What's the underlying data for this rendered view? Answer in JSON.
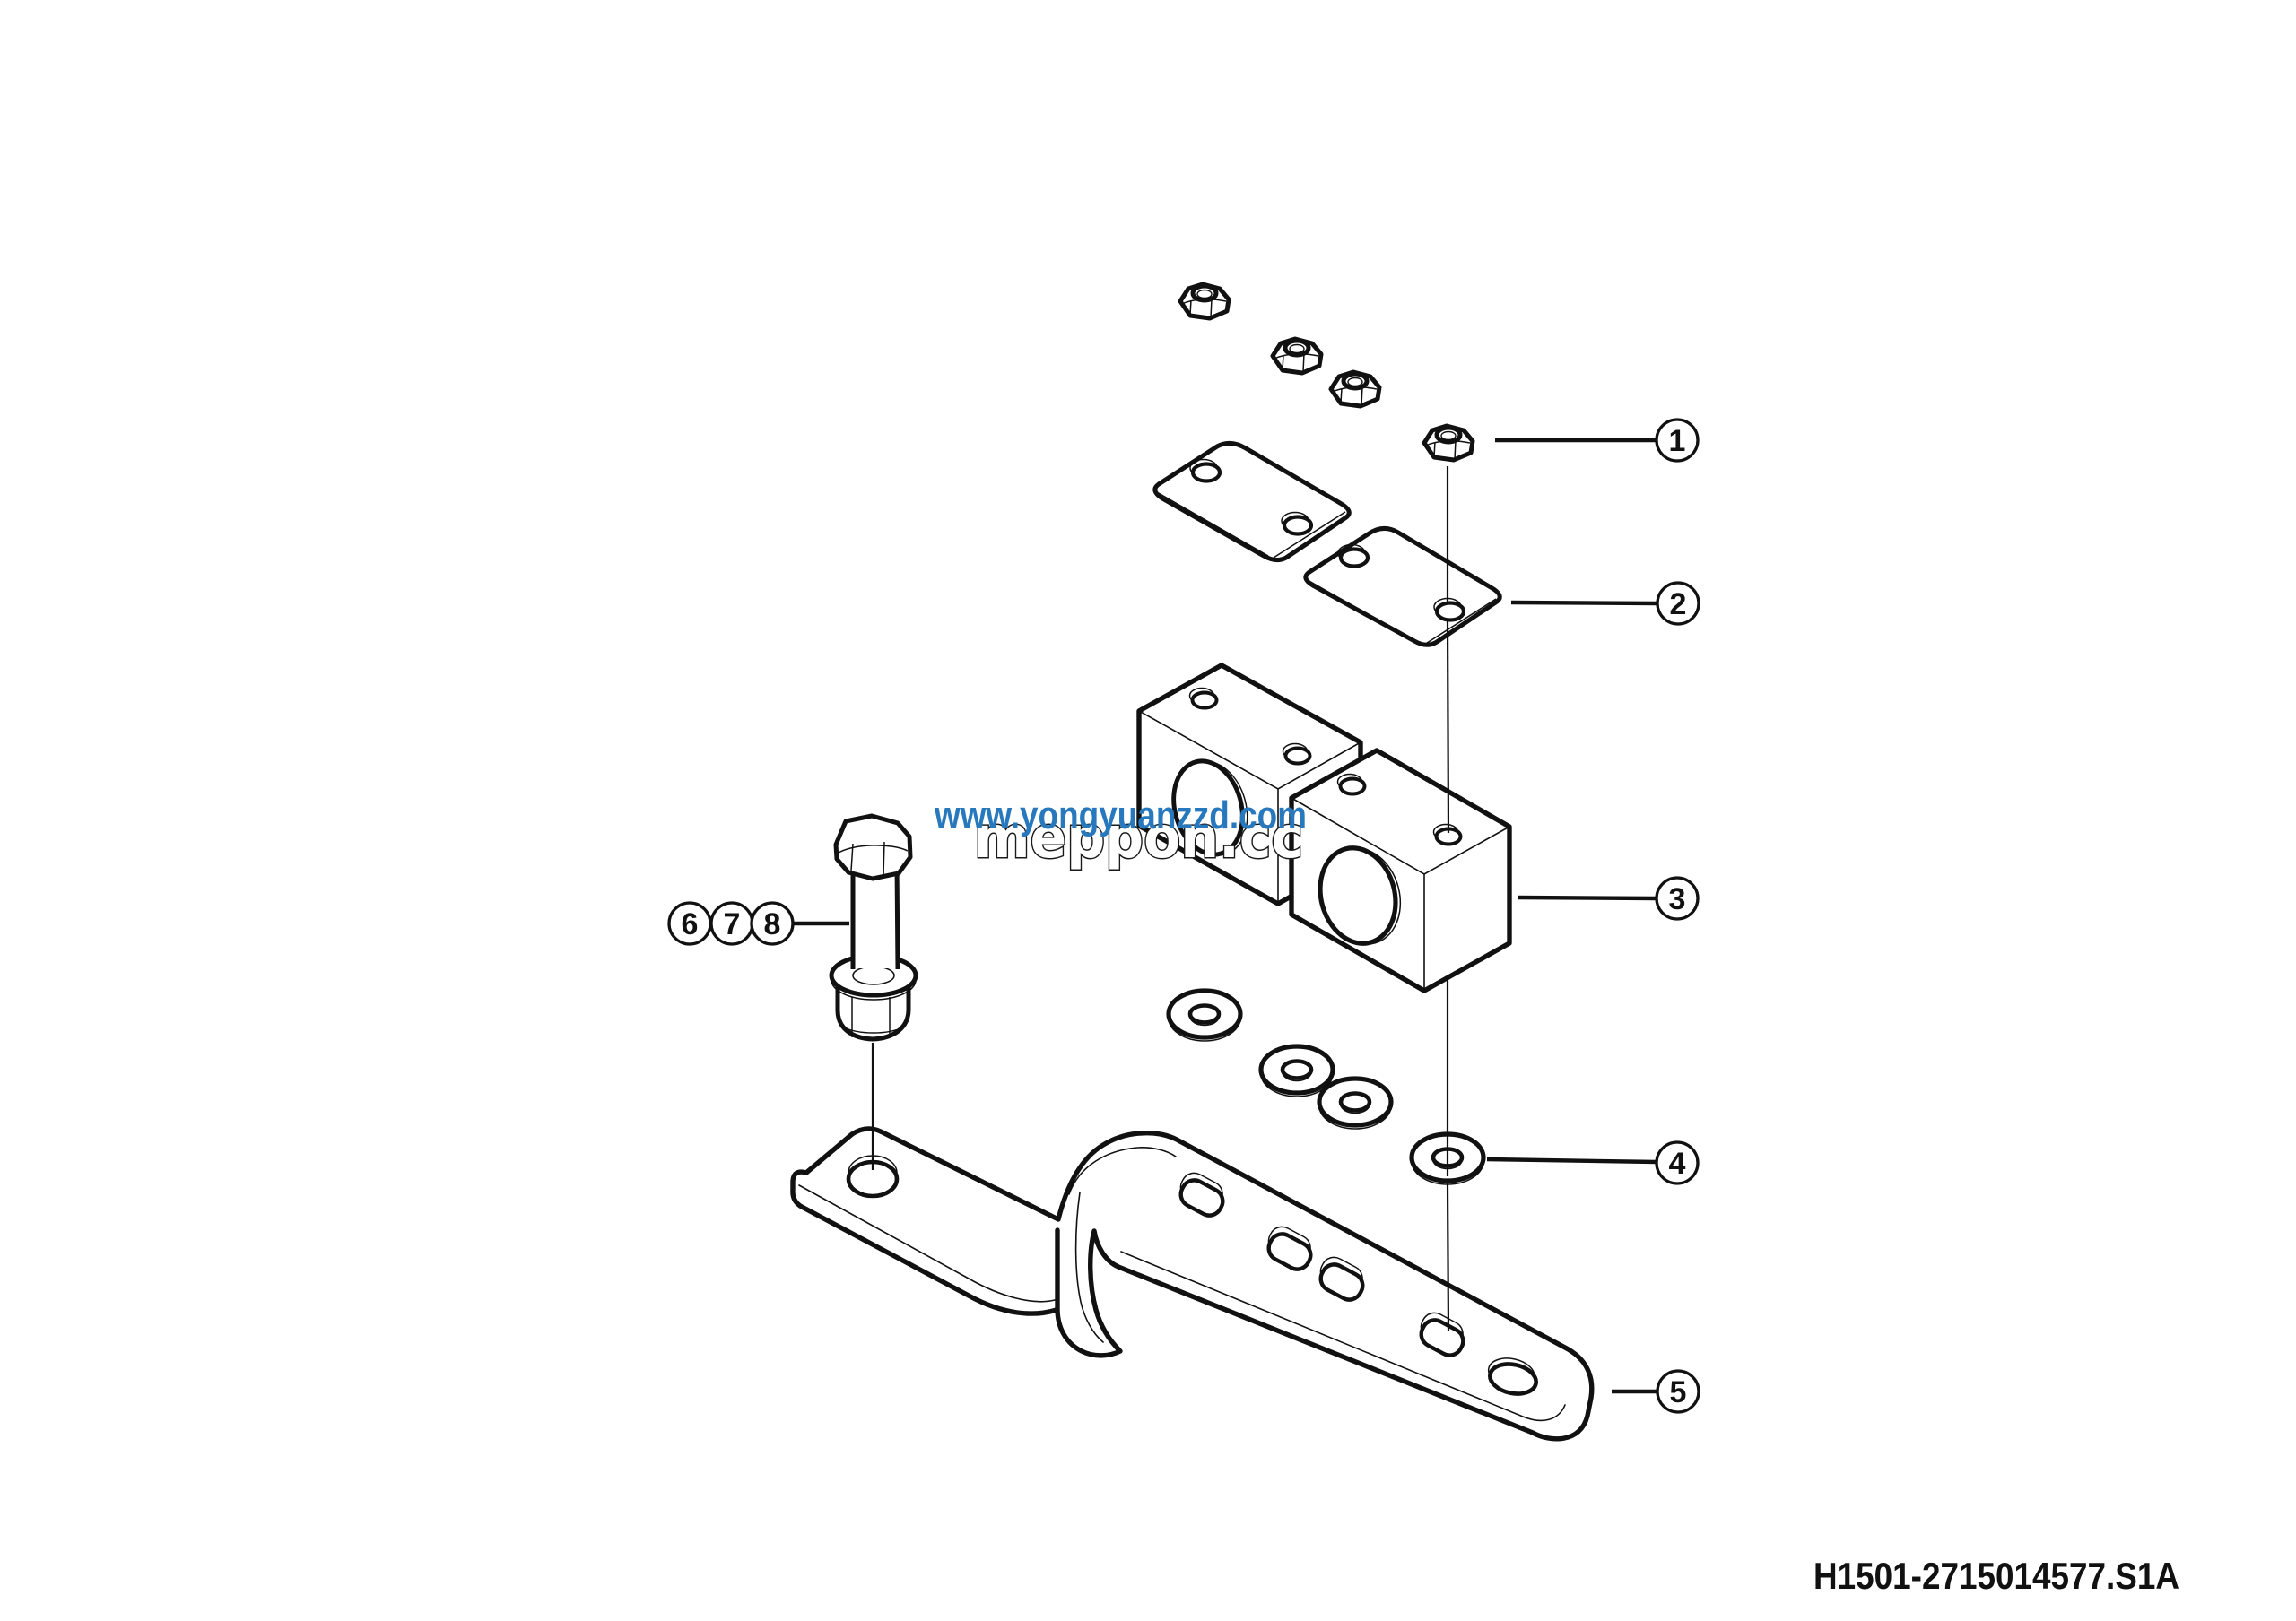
{
  "page": {
    "background_color": "#ffffff",
    "line_color": "#111111"
  },
  "watermark": {
    "brand_text": "meppon.cc",
    "site_text": "www.yongyuanzzd.com",
    "site_color": "#2878bd"
  },
  "drawing": {
    "code": "H1501-2715014577.S1A"
  },
  "callouts": {
    "labels": [
      "1",
      "2",
      "3",
      "4",
      "5",
      "6",
      "7",
      "8"
    ]
  }
}
